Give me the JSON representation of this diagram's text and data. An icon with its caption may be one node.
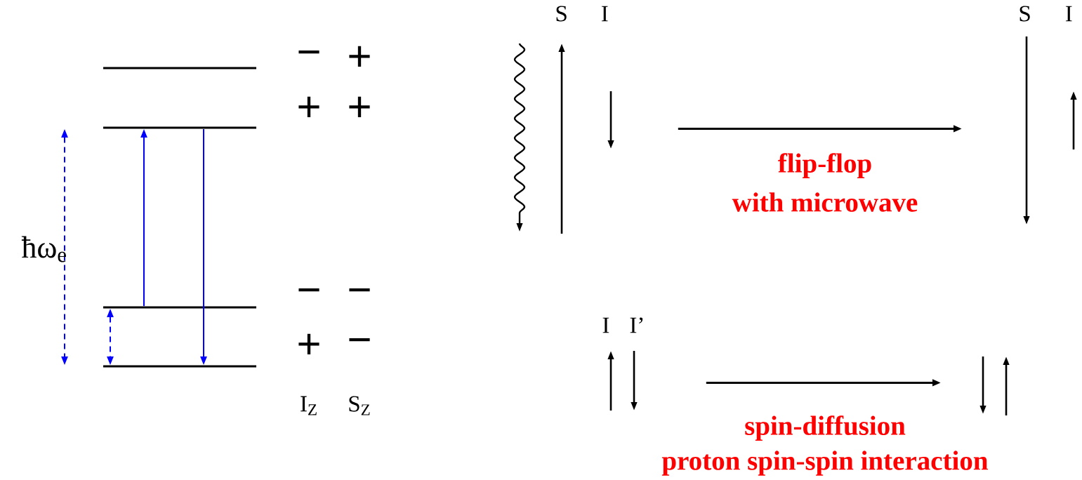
{
  "diagram": {
    "nodes": [
      {
        "text": [],
        "shape": "bar"
      },
      {
        "text": [],
        "shape": "bar"
      },
      {
        "text": [],
        "shape": "bar"
      },
      {
        "text": [],
        "shape": "bar"
      },
      {
        "text": [
          "S",
          "I"
        ]
      },
      {
        "text": [
          "S",
          "I"
        ]
      },
      {
        "text": [
          "I",
          "I’"
        ]
      },
      {
        "text": [],
        "shape": "arrows"
      }
    ],
    "edges": [
      {
        "from": 2,
        "to": 1,
        "arrow": "to"
      },
      {
        "from": 1,
        "to": 3,
        "arrow": "to"
      },
      {
        "from": 1,
        "to": 3,
        "arrow": "both",
        "style": "dashed",
        "label": "ħω$_{e}$"
      },
      {
        "from": 2,
        "to": 3,
        "arrow": "both",
        "style": "dashed"
      },
      {
        "from": 4,
        "to": 5,
        "arrow": "to",
        "color": "#000000",
        "label": "flip-flop"
      },
      {
        "from": 6,
        "to": 7,
        "arrow": "to",
        "color": "#000000",
        "label": "spin-diffusion"
      }
    ],
    "labels": [
      "−",
      "+",
      "+",
      "+",
      "−",
      "−",
      "+",
      "−",
      "I$_{Z}$",
      "S$_{Z}$",
      "with microwave",
      "proton spin-spin interaction"
    ]
  }
}
